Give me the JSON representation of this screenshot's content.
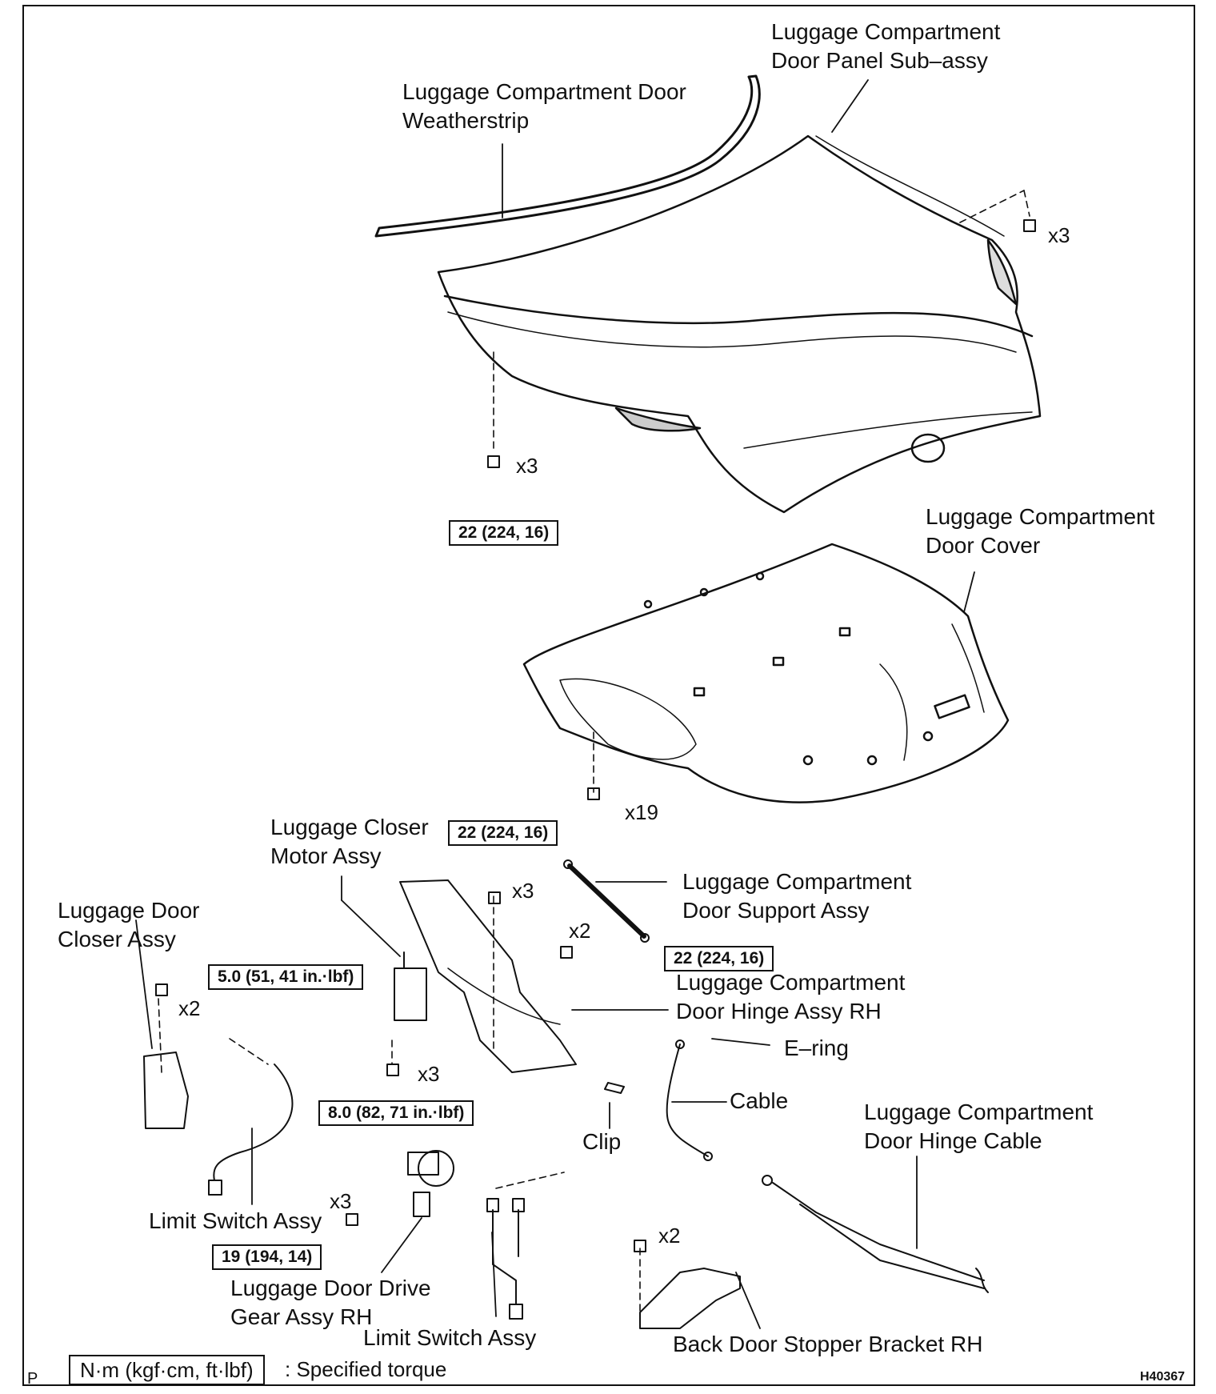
{
  "labels": {
    "door_panel": "Luggage Compartment\nDoor Panel Sub–assy",
    "weatherstrip": "Luggage Compartment Door\nWeatherstrip",
    "door_cover": "Luggage Compartment\nDoor Cover",
    "closer_motor": "Luggage Closer\nMotor Assy",
    "door_closer": "Luggage Door\nCloser Assy",
    "support": "Luggage Compartment\nDoor Support Assy",
    "hinge": "Luggage Compartment\nDoor Hinge Assy RH",
    "ering": "E–ring",
    "cable": "Cable",
    "clip": "Clip",
    "hinge_cable": "Luggage Compartment\nDoor Hinge Cable",
    "limit_switch_left": "Limit Switch Assy",
    "drive_gear": "Luggage Door Drive\nGear Assy RH",
    "limit_switch_bottom": "Limit Switch Assy",
    "stopper": "Back Door Stopper Bracket RH"
  },
  "quantities": {
    "panel_right": "x3",
    "panel_bottom": "x3",
    "cover": "x19",
    "hinge_top": "x3",
    "hinge_right": "x2",
    "closer": "x2",
    "motor": "x3",
    "gear": "x3",
    "stopper": "x2"
  },
  "torques": {
    "panel": "22 (224, 16)",
    "hinge_top": "22 (224, 16)",
    "hinge_right": "22 (224, 16)",
    "closer": "5.0 (51, 41 in.·lbf)",
    "motor": "8.0 (82, 71 in.·lbf)",
    "gear": "19 (194, 14)"
  },
  "legend": {
    "units": "N·m (kgf·cm, ft·lbf)",
    "text": ": Specified torque"
  },
  "corner_mark": "P",
  "figure_code": "H40367"
}
